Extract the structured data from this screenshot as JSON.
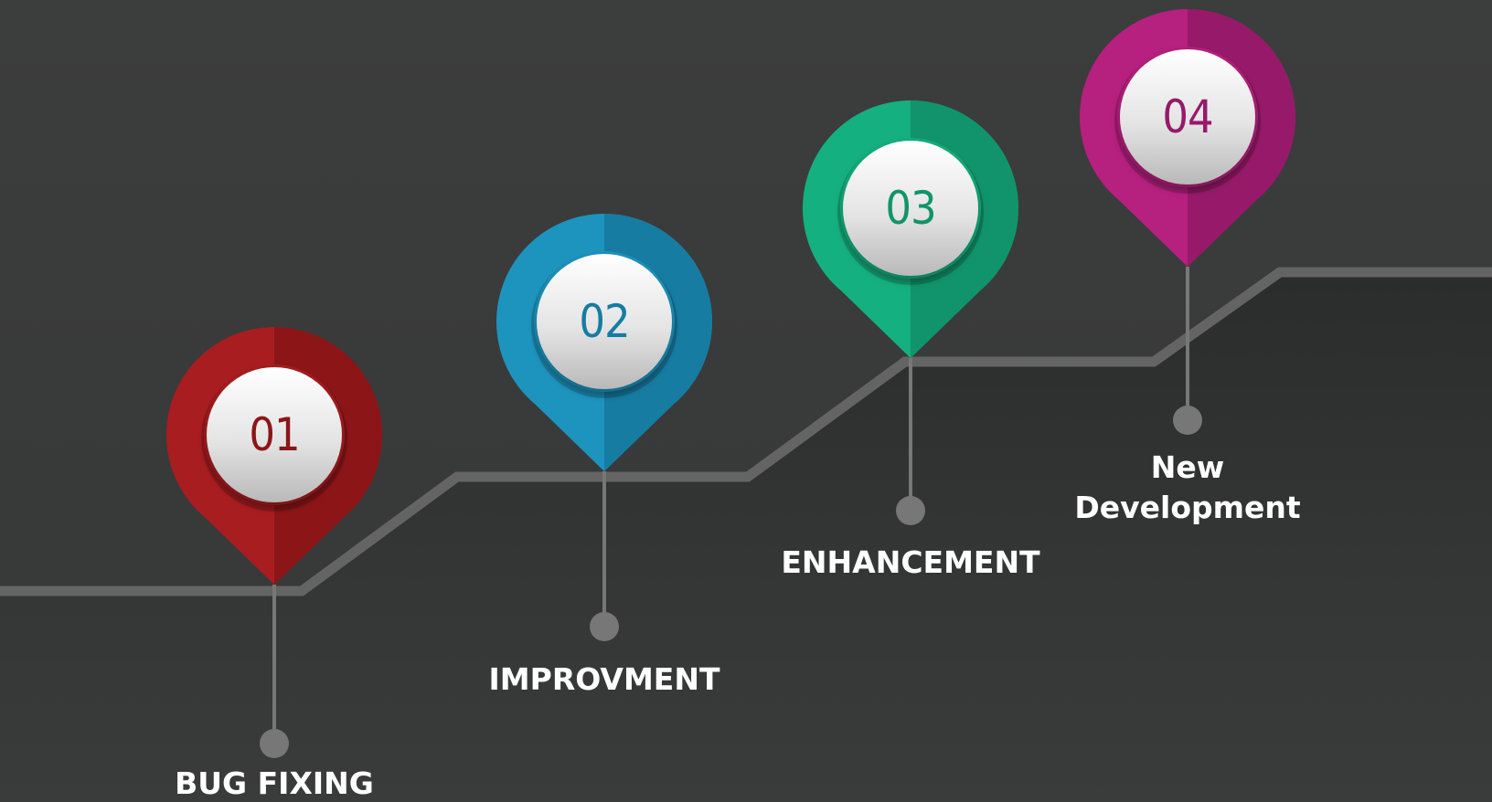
{
  "colors": {
    "background": "#3a3b3b",
    "steps_fill": "#2f3030",
    "path_line": "#646464",
    "stem": "#777777"
  },
  "steps": [
    {
      "number": "01",
      "label_lines": [
        "BUG FIXING"
      ],
      "color": "#a81d20",
      "color_dark": "#8c1518",
      "icon": "map-pin-icon"
    },
    {
      "number": "02",
      "label_lines": [
        "IMPROVMENT"
      ],
      "color": "#1d94be",
      "color_dark": "#167ca2",
      "icon": "map-pin-icon"
    },
    {
      "number": "03",
      "label_lines": [
        "ENHANCEMENT"
      ],
      "color": "#15b07f",
      "color_dark": "#11946b",
      "icon": "map-pin-icon"
    },
    {
      "number": "04",
      "label_lines": [
        "New",
        "Development"
      ],
      "color": "#b6207f",
      "color_dark": "#961a69",
      "icon": "map-pin-icon"
    }
  ]
}
